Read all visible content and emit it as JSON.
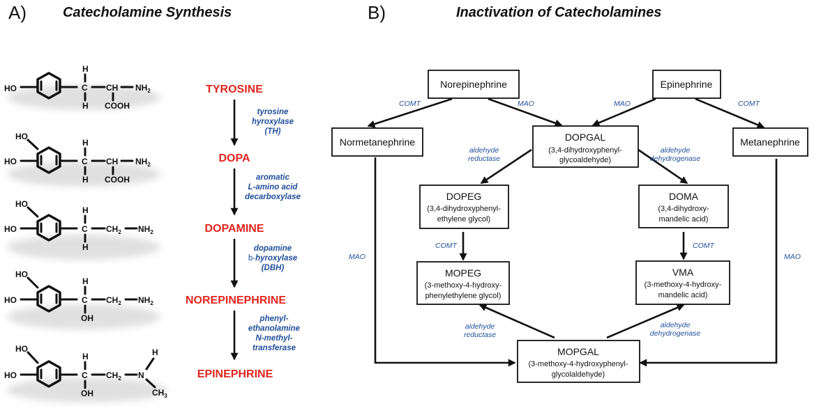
{
  "panel_a": {
    "letter": "A)",
    "title": "Catecholamine Synthesis",
    "compounds": [
      {
        "name": "TYROSINE"
      },
      {
        "name": "DOPA"
      },
      {
        "name": "DOPAMINE"
      },
      {
        "name": "NOREPINEPHRINE"
      },
      {
        "name": "EPINEPHRINE"
      }
    ],
    "enzymes": [
      {
        "lines": [
          "tyrosine",
          "hyroxylase",
          "(TH)"
        ]
      },
      {
        "lines": [
          "aromatic",
          "L-amino acid",
          "decarboxylase"
        ]
      },
      {
        "lines": [
          "dopamine",
          "hyroxylase",
          "(DBH)"
        ],
        "prefix": "b-"
      },
      {
        "lines": [
          "phenyl-",
          "ethanolamine",
          "N-methyl-",
          "transferase"
        ]
      }
    ],
    "structures": {
      "ho": "HO",
      "h": "H",
      "oh": "OH",
      "ch": "CH",
      "ch2": "CH2",
      "nh2": "NH2",
      "n": "N",
      "ch3": "CH3",
      "cooh": "COOH"
    }
  },
  "panel_b": {
    "letter": "B)",
    "title": "Inactivation of Catecholamines",
    "nodes": {
      "norepinephrine": {
        "main": "Norepinephrine"
      },
      "epinephrine": {
        "main": "Epinephrine"
      },
      "normetanephrine": {
        "main": "Normetanephrine"
      },
      "dopgal": {
        "main": "DOPGAL",
        "sub": [
          "(3,4-dihydroxyphenyl-",
          "glycoaldehyde)"
        ]
      },
      "metanephrine": {
        "main": "Metanephrine"
      },
      "dopeg": {
        "main": "DOPEG",
        "sub": [
          "(3,4-dihydroxyphenyl-",
          "ethylene glycol)"
        ]
      },
      "doma": {
        "main": "DOMA",
        "sub": [
          "(3,4-dihydroxy-",
          "mandelic acid)"
        ]
      },
      "mopeg": {
        "main": "MOPEG",
        "sub": [
          "(3-methoxy-4-hydroxy-",
          "phenylethylene glycol)"
        ]
      },
      "vma": {
        "main": "VMA",
        "sub": [
          "(3-methoxy-4-hydroxy-",
          "mandelic acid)"
        ]
      },
      "mopgal": {
        "main": "MOPGAL",
        "sub": [
          "(3-methoxy-4-hydroxyphenyl-",
          "glycolaldehyde)"
        ]
      }
    },
    "enzymes": {
      "comt": "COMT",
      "mao": "MAO",
      "aldehyde_reductase": [
        "aldehyde",
        "reductase"
      ],
      "aldehyde_dehydrogenase": [
        "aldehyde",
        "dehydrogenase"
      ]
    }
  }
}
